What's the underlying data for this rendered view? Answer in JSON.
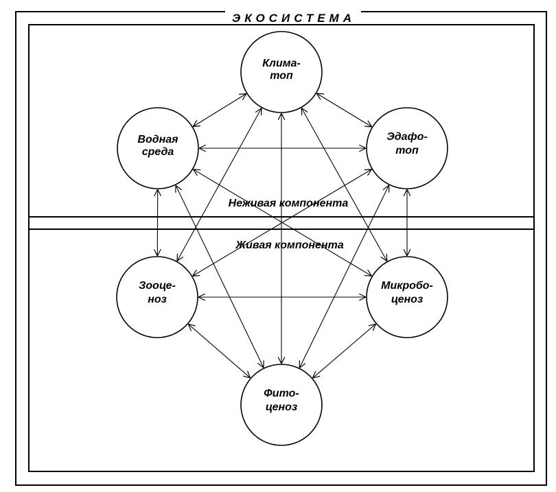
{
  "title": "ЭКОСИСТЕМА",
  "zones": {
    "nonliving": "Неживая компонента",
    "living": "Живая компонента"
  },
  "nodes": {
    "klimatop": {
      "lines": [
        "Клима-",
        "топ"
      ]
    },
    "vodnaya_sreda": {
      "lines": [
        "Водная",
        "среда"
      ]
    },
    "edafotop": {
      "lines": [
        "Эдафо-",
        "топ"
      ]
    },
    "zootsenoz": {
      "lines": [
        "Зооце-",
        "ноз"
      ]
    },
    "mikrobotsenoz": {
      "lines": [
        "Микробо-",
        "ценоз"
      ]
    },
    "fitotsenoz": {
      "lines": [
        "Фито-",
        "ценоз"
      ]
    }
  },
  "edges": [
    [
      "klimatop",
      "vodnaya_sreda"
    ],
    [
      "klimatop",
      "edafotop"
    ],
    [
      "klimatop",
      "zootsenoz"
    ],
    [
      "klimatop",
      "mikrobotsenoz"
    ],
    [
      "klimatop",
      "fitotsenoz"
    ],
    [
      "vodnaya_sreda",
      "edafotop"
    ],
    [
      "vodnaya_sreda",
      "zootsenoz"
    ],
    [
      "vodnaya_sreda",
      "mikrobotsenoz"
    ],
    [
      "vodnaya_sreda",
      "fitotsenoz"
    ],
    [
      "edafotop",
      "zootsenoz"
    ],
    [
      "edafotop",
      "mikrobotsenoz"
    ],
    [
      "edafotop",
      "fitotsenoz"
    ],
    [
      "zootsenoz",
      "mikrobotsenoz"
    ],
    [
      "zootsenoz",
      "fitotsenoz"
    ],
    [
      "mikrobotsenoz",
      "fitotsenoz"
    ]
  ]
}
